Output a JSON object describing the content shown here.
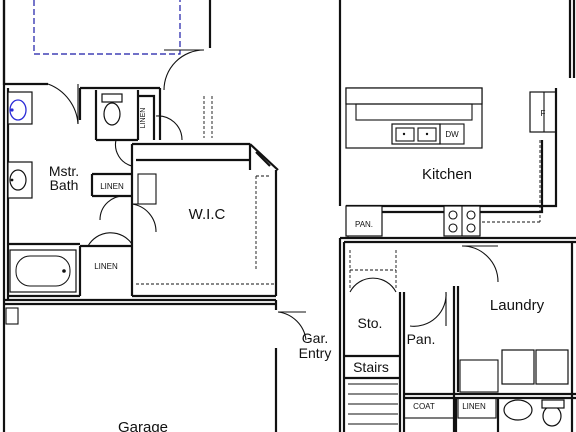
{
  "rooms": {
    "master_bath": "Mstr.\nBath",
    "wic": "W.I.C",
    "kitchen": "Kitchen",
    "laundry": "Laundry",
    "storage": "Sto.",
    "pantry_small": "Pan.",
    "pantry_kitchen": "PAN.",
    "stairs": "Stairs",
    "garage_entry": "Gar.\nEntry",
    "garage": "Garage"
  },
  "labels": {
    "linen_top": "LINEN",
    "linen_mid": "LINEN",
    "linen_bottom": "LINEN",
    "linen_right": "LINEN",
    "coat": "COAT",
    "dishwasher": "DW",
    "fridge": "F"
  },
  "colors": {
    "line": "#111111",
    "bed_dash": "#1a1aa6",
    "sink_blue": "#2b2bd6"
  }
}
